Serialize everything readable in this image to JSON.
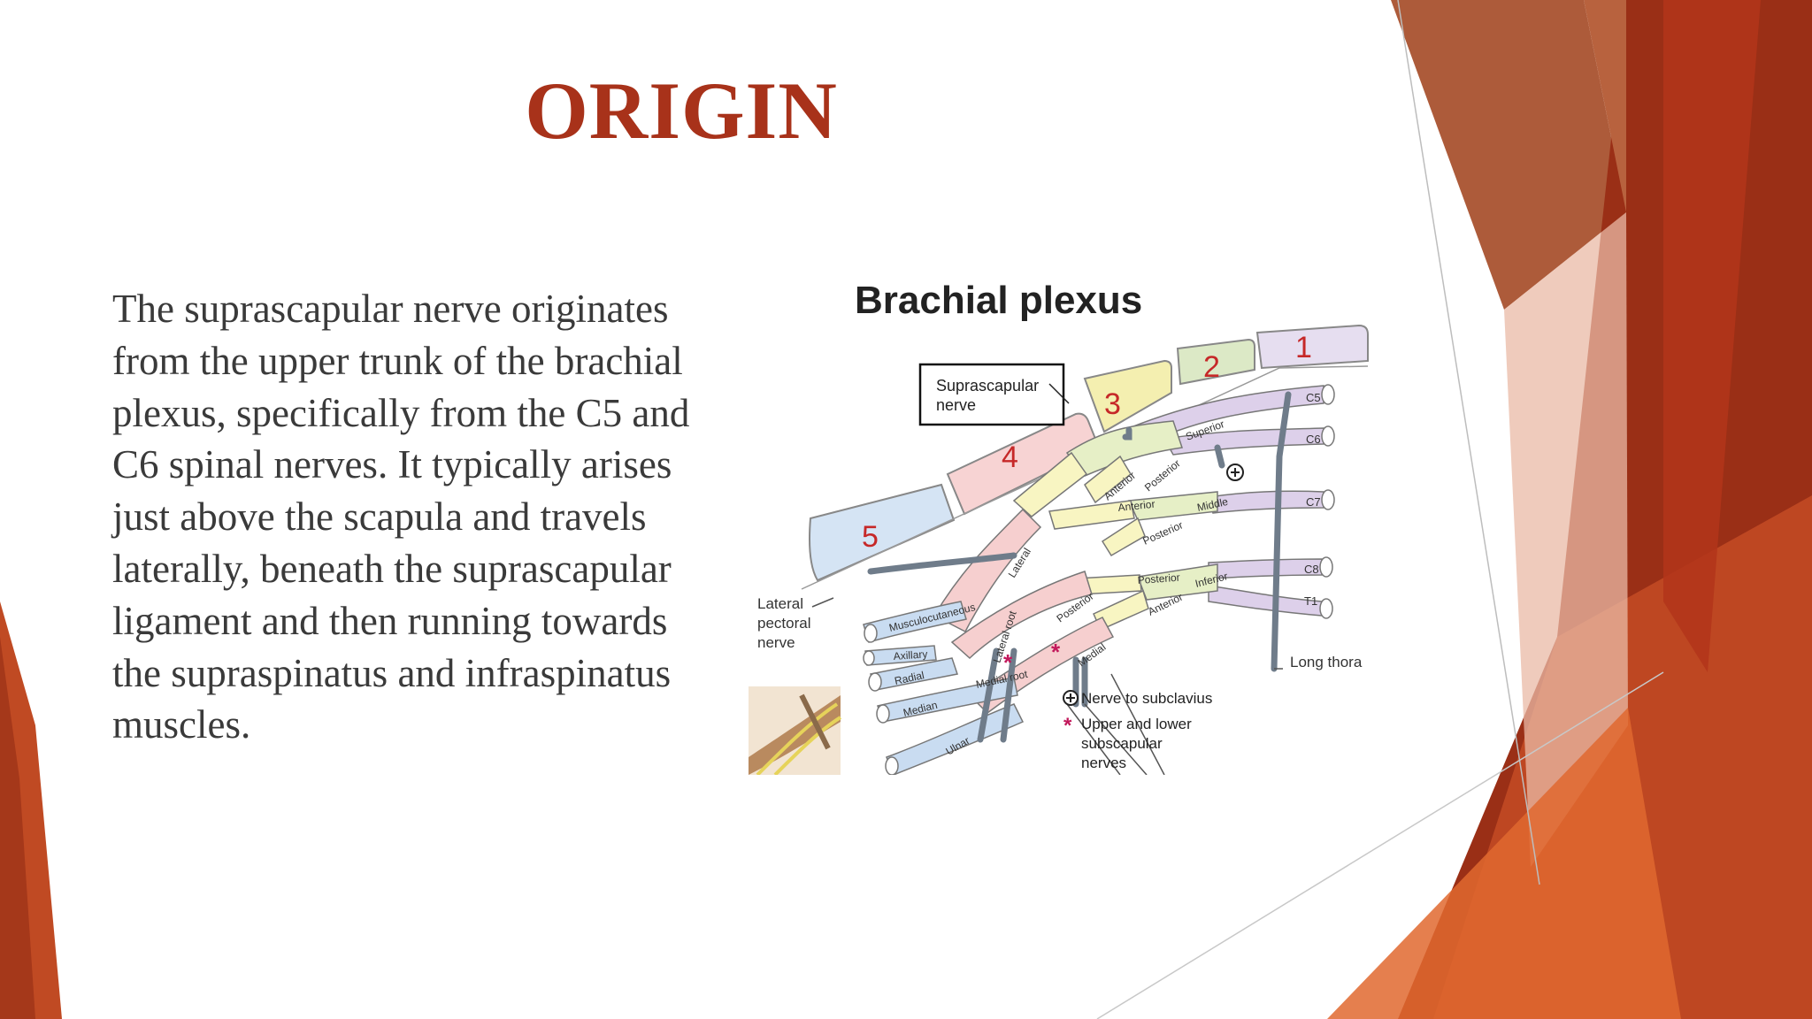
{
  "slide": {
    "title": "ORIGIN",
    "body": "The suprascapular nerve originates from the upper trunk of the brachial plexus, specifically from the C5 and C6 spinal nerves. It typically arises just above the scapula and travels laterally, beneath the suprascapular ligament and then running towards the supraspinatus and infraspinatus muscles.",
    "colors": {
      "accent": "#a8321a",
      "deco_dark": "#9a2f16",
      "deco_mid": "#c4532c",
      "deco_light": "#e07a45"
    }
  },
  "diagram": {
    "title": "Brachial plexus",
    "section_numbers": [
      "1",
      "2",
      "3",
      "4",
      "5"
    ],
    "callout": {
      "line1": "Suprascapular",
      "line2": "nerve"
    },
    "roots": [
      "C5",
      "C6",
      "C7",
      "C8",
      "T1"
    ],
    "trunks": [
      "Superior",
      "Middle",
      "Inferior"
    ],
    "divisions": [
      "Anterior",
      "Posterior",
      "Anterior",
      "Posterior",
      "Posterior",
      "Anterior"
    ],
    "cords": [
      "Lateral",
      "Posterior",
      "Medial"
    ],
    "roots_of_median": [
      "Lateral root",
      "Medial root"
    ],
    "branches": [
      "Musculocutaneous",
      "Axillary",
      "Radial",
      "Median",
      "Ulnar"
    ],
    "side_labels": {
      "lateral_pectoral_1": "Lateral",
      "lateral_pectoral_2": "pectoral",
      "lateral_pectoral_3": "nerve",
      "long_thoracic": "Long thora"
    },
    "legend": [
      {
        "symbol": "⊕",
        "line1": "Nerve to subclavius"
      },
      {
        "symbol": "*",
        "line1": "Upper and lower",
        "line2": "subscapular",
        "line3": "nerves"
      }
    ],
    "colors": {
      "roots": "#ddd0ea",
      "trunks": "#e6efc6",
      "divisions": "#f8f5c2",
      "cords": "#f6cfcf",
      "branches": "#c9dcf1",
      "highlight": "#c2185b"
    }
  }
}
